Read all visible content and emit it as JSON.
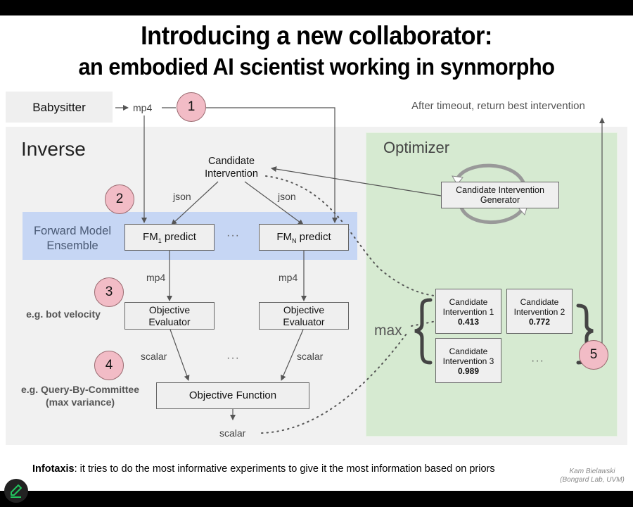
{
  "title": {
    "line1": "Introducing a new collaborator:",
    "line2": "an embodied AI scientist working in synmorpho"
  },
  "babysitter": {
    "label": "Babysitter",
    "output": "mp4"
  },
  "steps": [
    "1",
    "2",
    "3",
    "4",
    "5"
  ],
  "inverse": {
    "title": "Inverse",
    "candidate_intervention": [
      "Candidate",
      "Intervention"
    ],
    "json_left": "json",
    "json_right": "json",
    "forward_model_ensemble": [
      "Forward Model",
      "Ensemble"
    ],
    "fm1": {
      "prefix": "FM",
      "sub": "1",
      "suffix": " predict"
    },
    "fmn": {
      "prefix": "FM",
      "sub": "N",
      "suffix": " predict"
    },
    "ellipsis": "···",
    "mp4_left": "mp4",
    "mp4_right": "mp4",
    "evaluator": [
      "Objective",
      "Evaluator"
    ],
    "scalar_left": "scalar",
    "scalar_right": "scalar",
    "scalar_out": "scalar",
    "objective_function": "Objective Function",
    "example_velocity": "e.g. bot velocity",
    "example_qbc": [
      "e.g. Query-By-Committee",
      "(max variance)"
    ]
  },
  "optimizer": {
    "title": "Optimizer",
    "generator": [
      "Candidate Intervention",
      "Generator"
    ],
    "max_label": "max",
    "candidates": [
      {
        "line1": "Candidate",
        "line2": "Intervention 1",
        "score": "0.413"
      },
      {
        "line1": "Candidate",
        "line2": "Intervention 2",
        "score": "0.772"
      },
      {
        "line1": "Candidate",
        "line2": "Intervention 3",
        "score": "0.989"
      }
    ],
    "ellipsis": "···",
    "timeout_note": "After timeout, return best intervention"
  },
  "footer": {
    "bold": "Infotaxis",
    "text": ": it tries to do the most informative experiments to give it the most information based on priors"
  },
  "credit": [
    "Kam Bielawski",
    "(Bongard Lab, UVM)"
  ],
  "colors": {
    "step_circle": "#f2bcc6",
    "optimizer_bg": "#d6ead1",
    "ensemble_bg": "#c6d6f4",
    "pen_icon": "#22c55e"
  }
}
